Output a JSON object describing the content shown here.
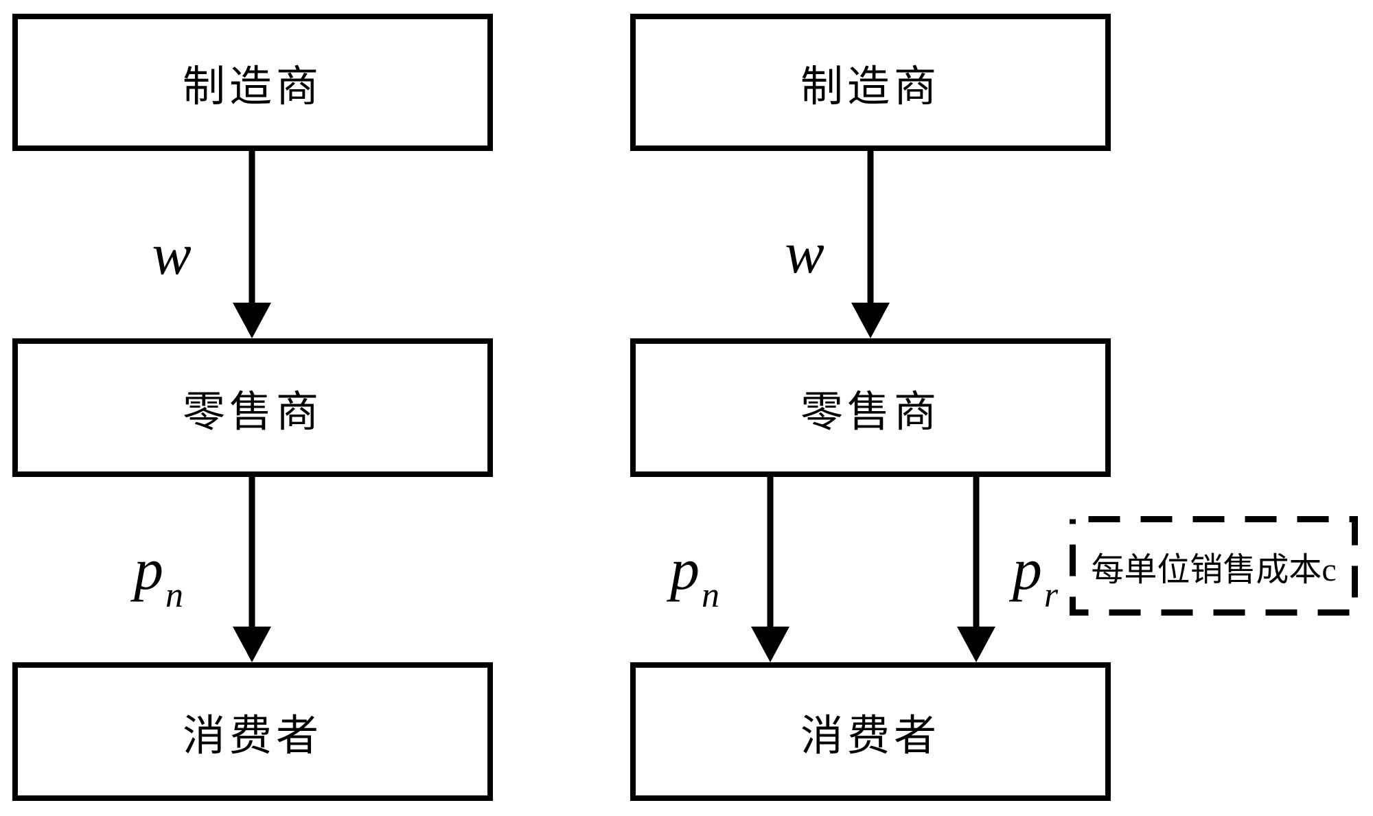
{
  "colors": {
    "line": "#000000",
    "background": "#ffffff"
  },
  "left_diagram": {
    "manufacturer_label": "制造商",
    "retailer_label": "零售商",
    "consumer_label": "消费者",
    "wholesale_price_label": "w",
    "retail_price_label": {
      "base": "p",
      "subscript": "n"
    }
  },
  "right_diagram": {
    "manufacturer_label": "制造商",
    "retailer_label": "零售商",
    "consumer_label": "消费者",
    "wholesale_price_label": "w",
    "new_product_price_label": {
      "base": "p",
      "subscript": "n"
    },
    "remanufactured_price_label": {
      "base": "p",
      "subscript": "r"
    },
    "unit_selling_cost_note": "每单位销售成本c"
  }
}
